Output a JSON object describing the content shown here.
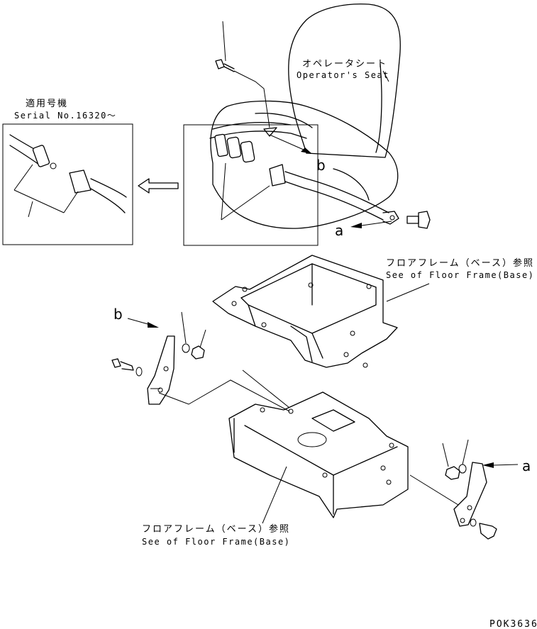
{
  "diagram": {
    "seat_label_jp": "オペレータシート",
    "seat_label_en": "Operator's Seat",
    "inset_label_jp": "適用号機",
    "inset_label_serial": "Serial No.16320～",
    "floor_frame_top_jp": "フロアフレーム（ベース）参照",
    "floor_frame_top_en": "See of Floor Frame(Base)",
    "floor_frame_bottom_jp": "フロアフレーム（ベース）参照",
    "floor_frame_bottom_en": "See of Floor Frame(Base)",
    "ref_a": "a",
    "ref_b": "b",
    "drawing_code": "POK3636"
  }
}
